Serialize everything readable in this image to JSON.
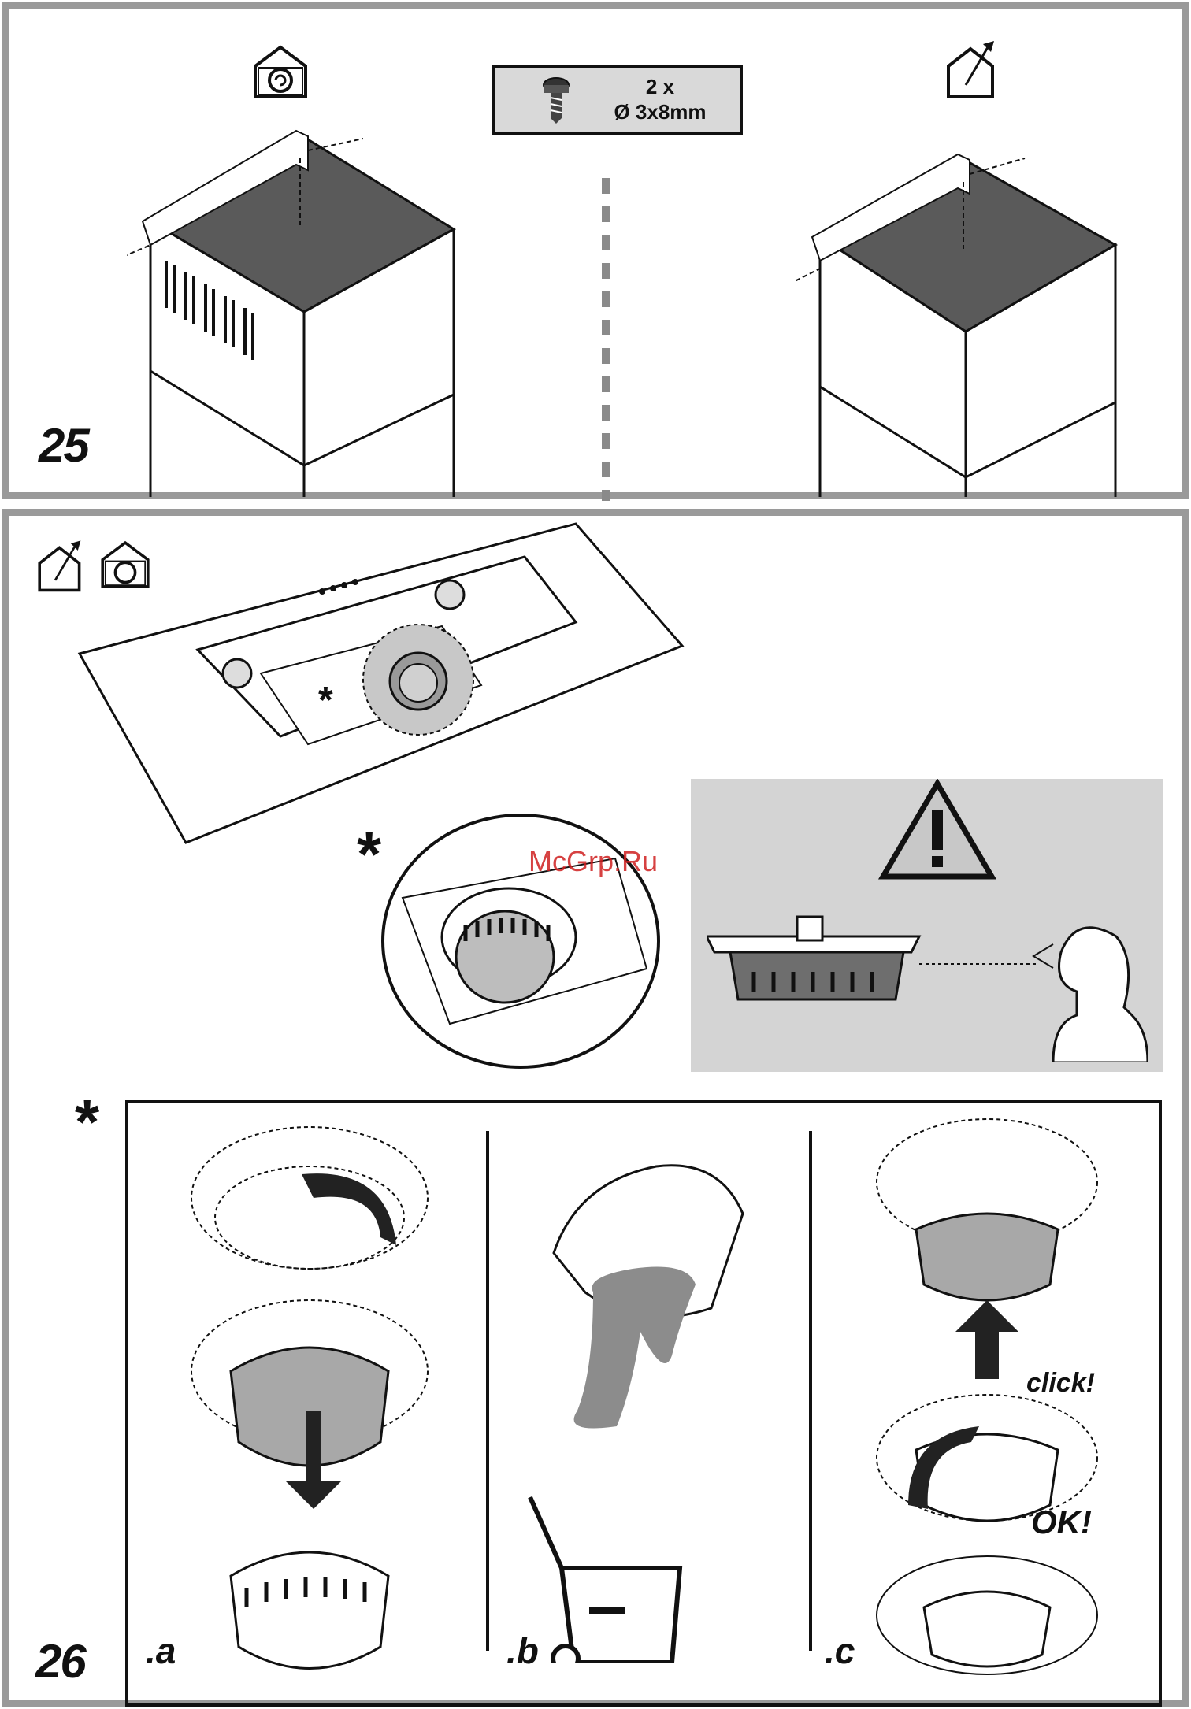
{
  "panels": [
    {
      "step_number": "25",
      "screw_spec": {
        "quantity": "2 x",
        "size": "Ø 3x8mm"
      },
      "icons": [
        "recirculation-mode-icon",
        "extraction-mode-icon",
        "screw-icon"
      ]
    },
    {
      "step_number": "26",
      "icons": [
        "extraction-mode-icon",
        "recirculation-mode-icon",
        "warning-icon"
      ],
      "markers": {
        "detail": "*",
        "detail_large": "*",
        "substeps": "*"
      },
      "watermark": "McGrp.Ru",
      "substeps": [
        {
          "label": ".a"
        },
        {
          "label": ".b"
        },
        {
          "label": ".c",
          "click_text": "click!",
          "ok_text": "OK!"
        }
      ]
    }
  ],
  "colors": {
    "frame": "#9a9a9a",
    "hood_top": "#5a5a5a",
    "filter_fill": "#bdbdbd",
    "warning_bg": "#d4d4d4",
    "watermark": "#d02020"
  }
}
